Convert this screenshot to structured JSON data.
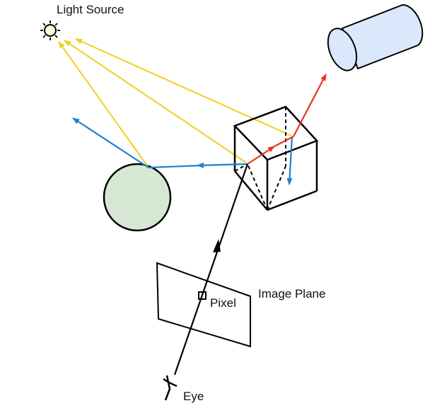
{
  "labels": {
    "light_source": "Light Source",
    "image_plane": "Image Plane",
    "pixel": "Pixel",
    "eye": "Eye"
  },
  "colors": {
    "shadow_ray": "#f2cf22",
    "reflection_ray": "#1a80d4",
    "refraction_ray": "#e8341c",
    "view_ray": "#000000",
    "sphere_fill": "#d6e8d4",
    "cylinder_fill": "#dae8fc",
    "sun_fill": "#fffbcf"
  }
}
